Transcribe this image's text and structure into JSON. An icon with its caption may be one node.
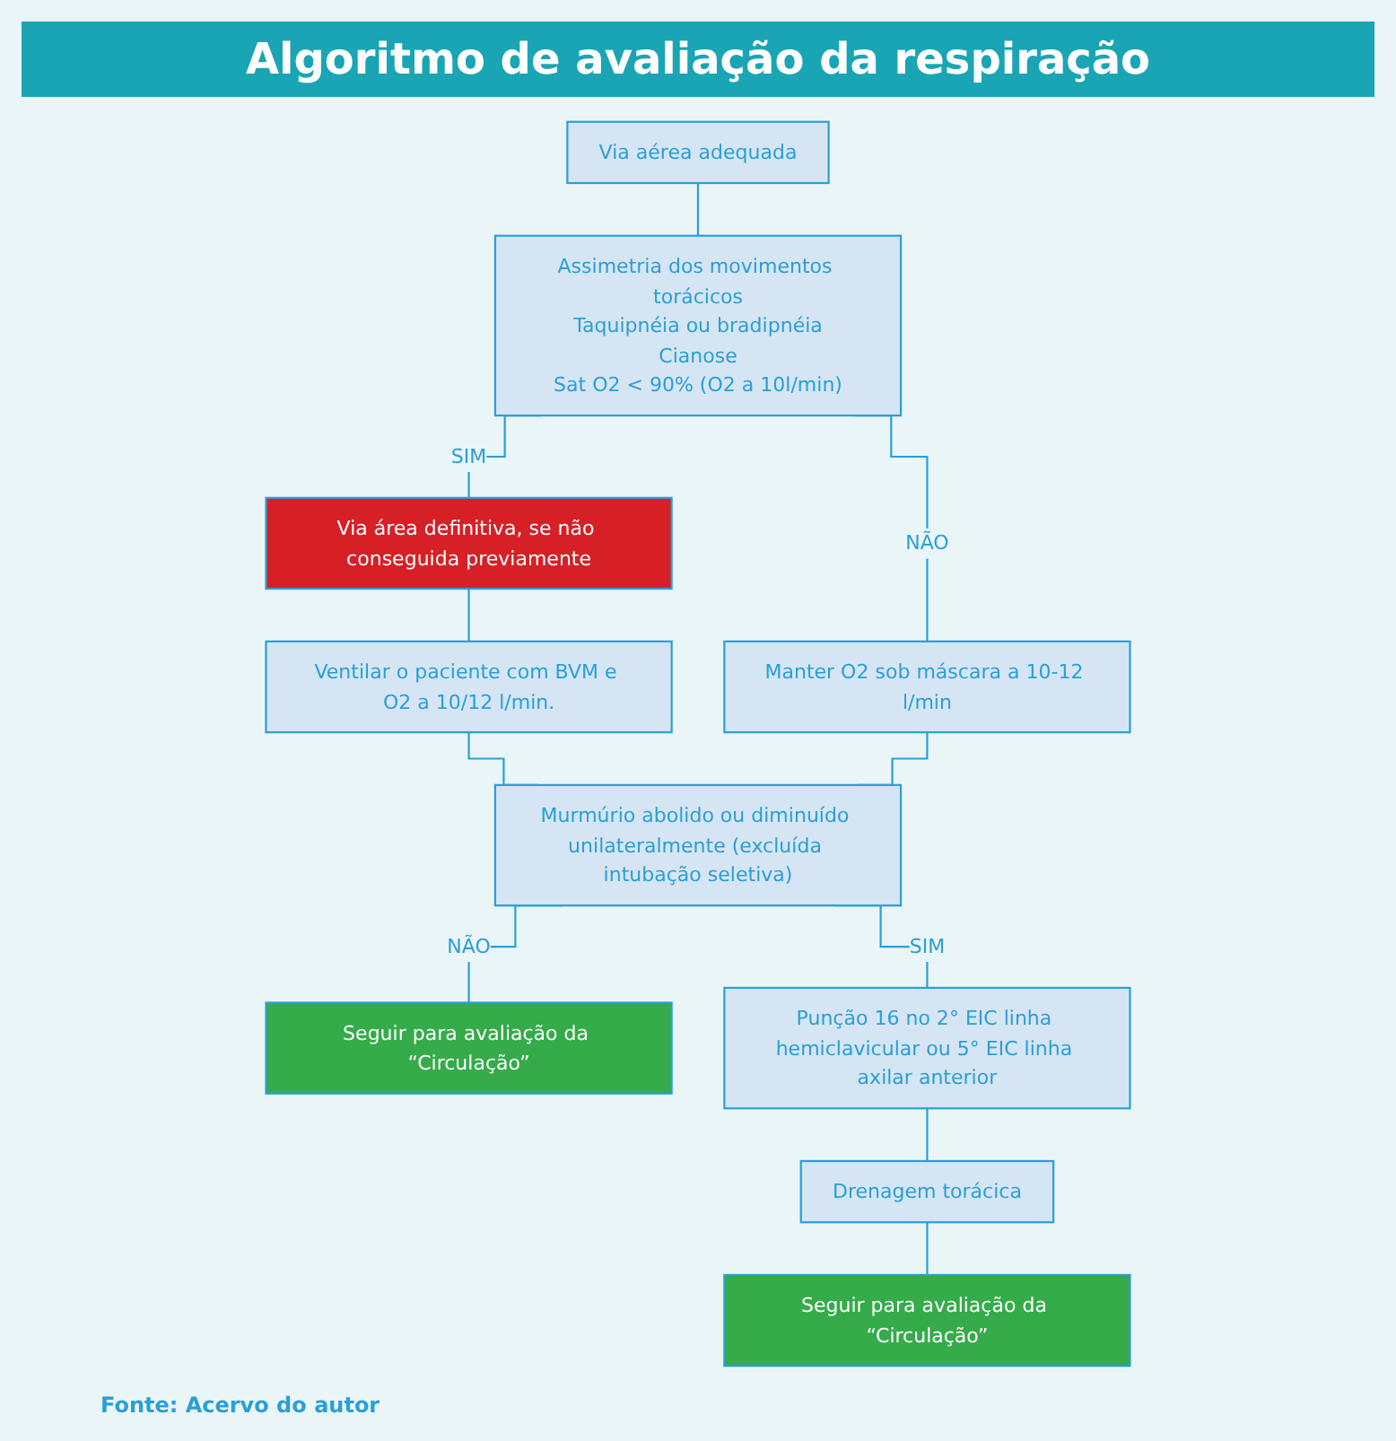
{
  "diagram": {
    "title": "Algoritmo de avaliação da respiração",
    "caption": "Fonte: Acervo do autor",
    "nodes": [
      {
        "text": [
          "Via aérea adequada"
        ]
      },
      {
        "text": [
          "Assimetria dos movimentos torácicos",
          "Taquipnéia ou bradipnéia",
          "Cianose",
          "Sat O2 < 90% (O2 a 10l/min)"
        ]
      },
      {
        "text": [
          "Via área definitiva, se não conseguida previamente"
        ]
      },
      {
        "text": [
          "Ventilar o paciente com BVM e O2 a 10/12 l/min."
        ]
      },
      {
        "text": [
          "Manter O2 sob máscara a 10-12 l/min"
        ]
      },
      {
        "text": [
          "Seguir para avaliação da “Circulação”"
        ]
      },
      {
        "text": [
          "Murmúrio abolido ou diminuído unilateralmente (excluída intubação seletiva)"
        ]
      },
      {
        "text": [
          "Punção 16 no 2° EIC linha hemiclavicular ou 5° EIC linha axilar anterior"
        ]
      },
      {
        "text": [
          "Drenagem torácica"
        ]
      },
      {
        "text": [
          "Seguir para avaliação da “Circulação”"
        ]
      }
    ],
    "edges": [
      {
        "from": 0,
        "to": 1,
        "arrow": "none"
      },
      {
        "from": 1,
        "to": 2,
        "arrow": "none",
        "label": "SIM"
      },
      {
        "from": 1,
        "to": 4,
        "arrow": "none",
        "label": "NÃO"
      },
      {
        "from": 2,
        "to": 3,
        "arrow": "none"
      },
      {
        "from": 3,
        "to": 6,
        "arrow": "none"
      },
      {
        "from": 4,
        "to": 6,
        "arrow": "none"
      },
      {
        "from": 6,
        "to": 5,
        "arrow": "none",
        "label": "NÃO"
      },
      {
        "from": 6,
        "to": 7,
        "arrow": "none",
        "label": "SIM"
      },
      {
        "from": 7,
        "to": 8,
        "arrow": "none"
      },
      {
        "from": 8,
        "to": 9,
        "arrow": "none"
      }
    ]
  }
}
